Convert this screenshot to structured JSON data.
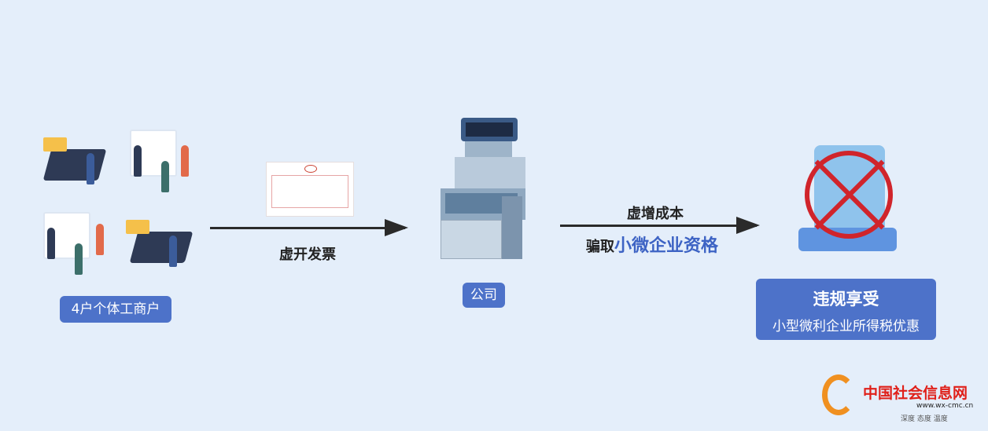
{
  "left": {
    "label": "4户个体工商户"
  },
  "arrow1": {
    "label": "虚开发票"
  },
  "middle": {
    "label": "公司"
  },
  "arrow2": {
    "line1": "虚增成本",
    "line2_prefix": "骗取",
    "line2_highlight": "小微企业资格"
  },
  "right": {
    "title": "违规享受",
    "subtitle": "小型微利企业所得税优惠"
  },
  "watermark": {
    "name": "中国社会信息网",
    "url": "www.wx-cmc.cn",
    "slogan": "深度 态度 温度"
  },
  "colors": {
    "background": "#e4eefa",
    "label": "#4d72c9",
    "highlight": "#3d63c4",
    "cross": "#d0242b"
  }
}
